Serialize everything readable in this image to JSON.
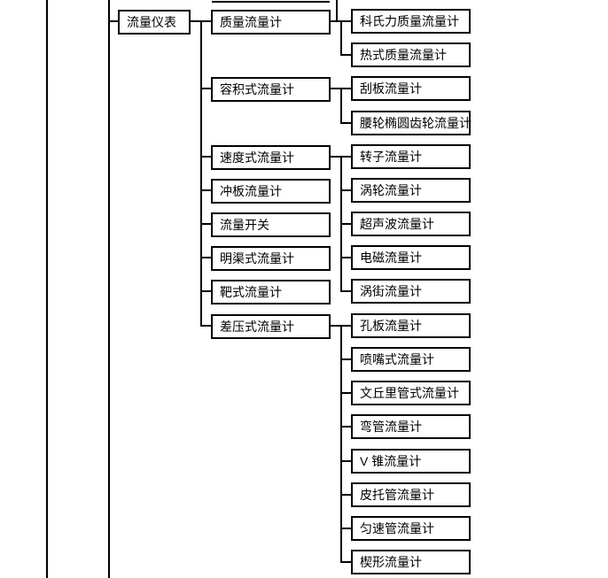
{
  "diagram": {
    "root": {
      "label": "流量仪表"
    },
    "categories": [
      {
        "label": "质量流量计",
        "children": [
          {
            "label": "科氏力质量流量计"
          },
          {
            "label": "热式质量流量计"
          }
        ]
      },
      {
        "label": "容积式流量计",
        "children": [
          {
            "label": "刮板流量计"
          },
          {
            "label": "腰轮椭圆齿轮流量计"
          }
        ]
      },
      {
        "label": "速度式流量计",
        "children": [
          {
            "label": "转子流量计"
          },
          {
            "label": "涡轮流量计"
          },
          {
            "label": "超声波流量计"
          },
          {
            "label": "电磁流量计"
          },
          {
            "label": "涡街流量计"
          }
        ]
      },
      {
        "label": "冲板流量计",
        "children": []
      },
      {
        "label": "流量开关",
        "children": []
      },
      {
        "label": "明渠式流量计",
        "children": []
      },
      {
        "label": "靶式流量计",
        "children": []
      },
      {
        "label": "差压式流量计",
        "children": [
          {
            "label": "孔板流量计"
          },
          {
            "label": "喷嘴式流量计"
          },
          {
            "label": "文丘里管式流量计"
          },
          {
            "label": "弯管流量计"
          },
          {
            "label": "V 锥流量计"
          },
          {
            "label": "皮托管流量计"
          },
          {
            "label": "匀速管流量计"
          },
          {
            "label": "楔形流量计"
          }
        ]
      }
    ],
    "colors": {
      "line": "#000000",
      "box_border": "#000000",
      "box_fill": "#ffffff",
      "text": "#000000",
      "background": "#ffffff"
    }
  }
}
